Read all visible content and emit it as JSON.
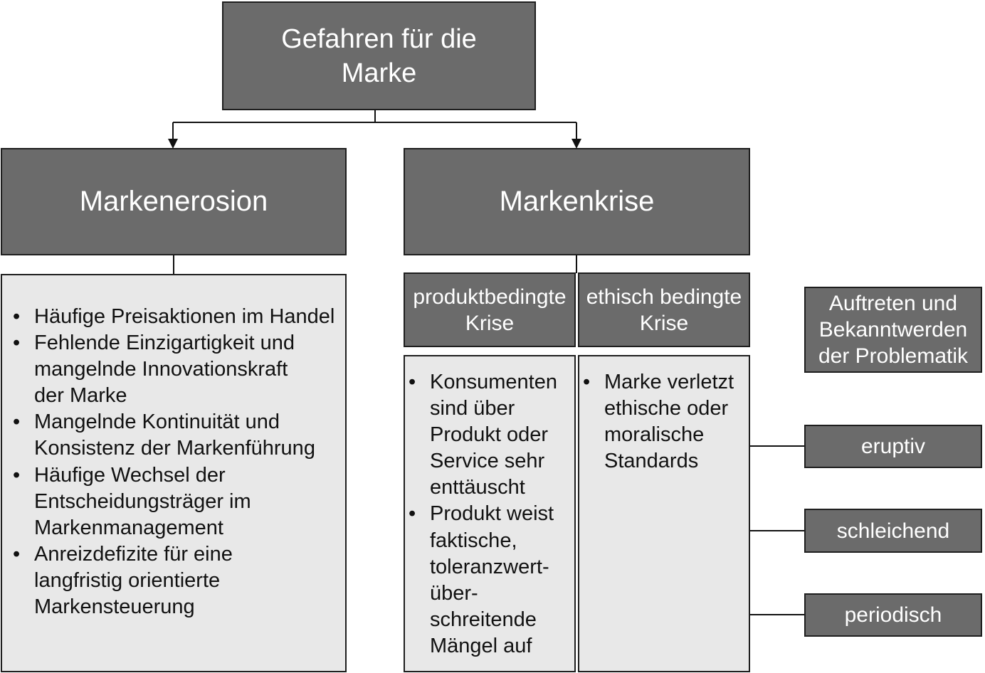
{
  "root": {
    "label": "Gefahren für die Marke"
  },
  "erosion": {
    "label": "Markenerosion",
    "causes": [
      "Häufige Preisaktionen im Handel",
      "Fehlende Einzigartigkeit und mangelnde Innovationskraft der Marke",
      "Mangelnde Kontinuität und Konsistenz der Markenführung",
      "Häufige Wechsel der Entscheidungsträger im Markenmanagement",
      "Anreizdefizite für eine langfristig orientierte Markensteuerung"
    ]
  },
  "krise": {
    "label": "Markenkrise",
    "produkt": {
      "label": "produktbedingte Krise",
      "causes": [
        "Konsumenten sind über Produkt oder Service sehr enttäuscht",
        "Produkt weist faktische, toleranzwert- über- schreitende Mängel auf"
      ]
    },
    "ethisch": {
      "label": "ethisch bedingte Krise",
      "causes": [
        "Marke verletzt ethische oder moralische Standards"
      ]
    }
  },
  "auftreten": {
    "label": "Auftreten und Bekanntwerden der  Problematik",
    "types": [
      "eruptiv",
      "schleichend",
      "periodisch"
    ]
  }
}
